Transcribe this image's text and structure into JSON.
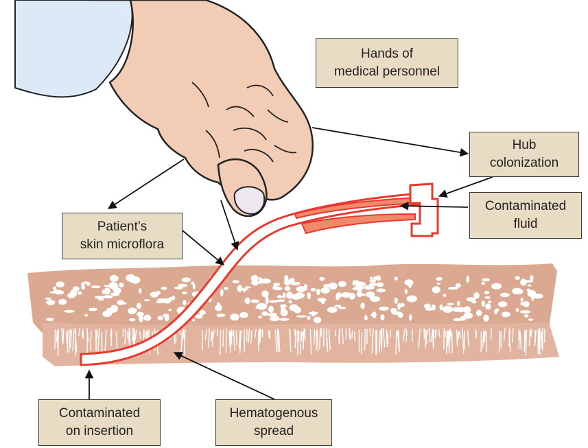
{
  "labels": {
    "hands": [
      "Hands of",
      "medical personnel"
    ],
    "hub": [
      "Hub",
      "colonization"
    ],
    "fluid": [
      "Contaminated",
      "fluid"
    ],
    "skin": [
      "Patient’s",
      "skin microflora"
    ],
    "insertion": [
      "Contaminated",
      "on insertion"
    ],
    "hematogenous": [
      "Hematogenous",
      "spread"
    ]
  },
  "colors": {
    "skin": "#dba891",
    "hand": "#f3ccb6",
    "catheter": "#e8392e",
    "fluid": "#f08a6b",
    "box": "#e8dcc4",
    "sleeve": "#dceaf7"
  }
}
